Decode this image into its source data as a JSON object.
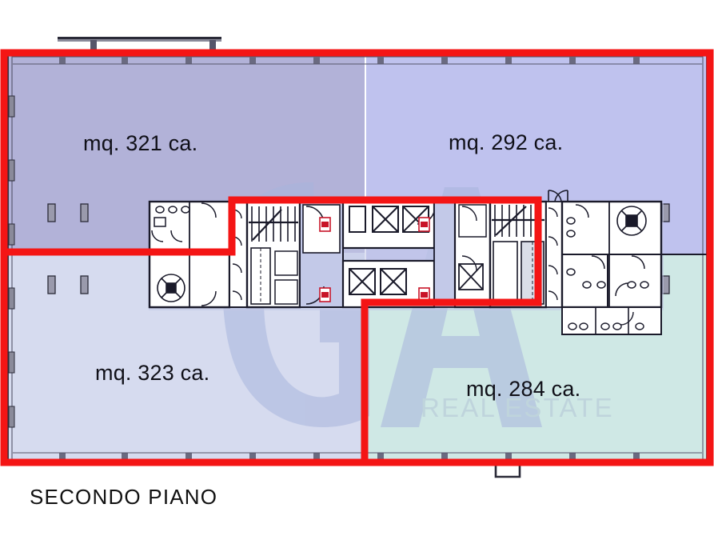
{
  "document": {
    "caption": "SECONDO PIANO",
    "unit_suffix": "ca.",
    "unit_prefix": "mq."
  },
  "watermark": {
    "logo_text": "GA",
    "tagline": "REAL ESTATE",
    "logo_color": "#a8b4dc",
    "tagline_color": "#b3c4d6"
  },
  "zones": [
    {
      "id": "zone-321",
      "label": "mq. 321 ca.",
      "area_sqm": 321,
      "fill": "#b2b2d8",
      "position": "top-left"
    },
    {
      "id": "zone-292",
      "label": "mq. 292 ca.",
      "area_sqm": 292,
      "fill": "#bfc2ee",
      "position": "top-right"
    },
    {
      "id": "zone-323",
      "label": "mq. 323 ca.",
      "area_sqm": 323,
      "fill": "#d6dbef",
      "position": "bottom-left"
    },
    {
      "id": "zone-284",
      "label": "mq. 284 ca.",
      "area_sqm": 284,
      "fill": "#cfe8e5",
      "position": "bottom-right"
    }
  ],
  "colors": {
    "boundary_red": "#f41515",
    "wall_dark": "#1a1a2a",
    "wall_mid": "#454560",
    "core_fill": "#c3c9e8",
    "white_fill": "#ffffff",
    "page_background": "#ffffff",
    "fixture_red": "#c81428"
  },
  "core": {
    "stair_count": 2,
    "elevator_count": 5,
    "hydrant_markers": 4
  }
}
